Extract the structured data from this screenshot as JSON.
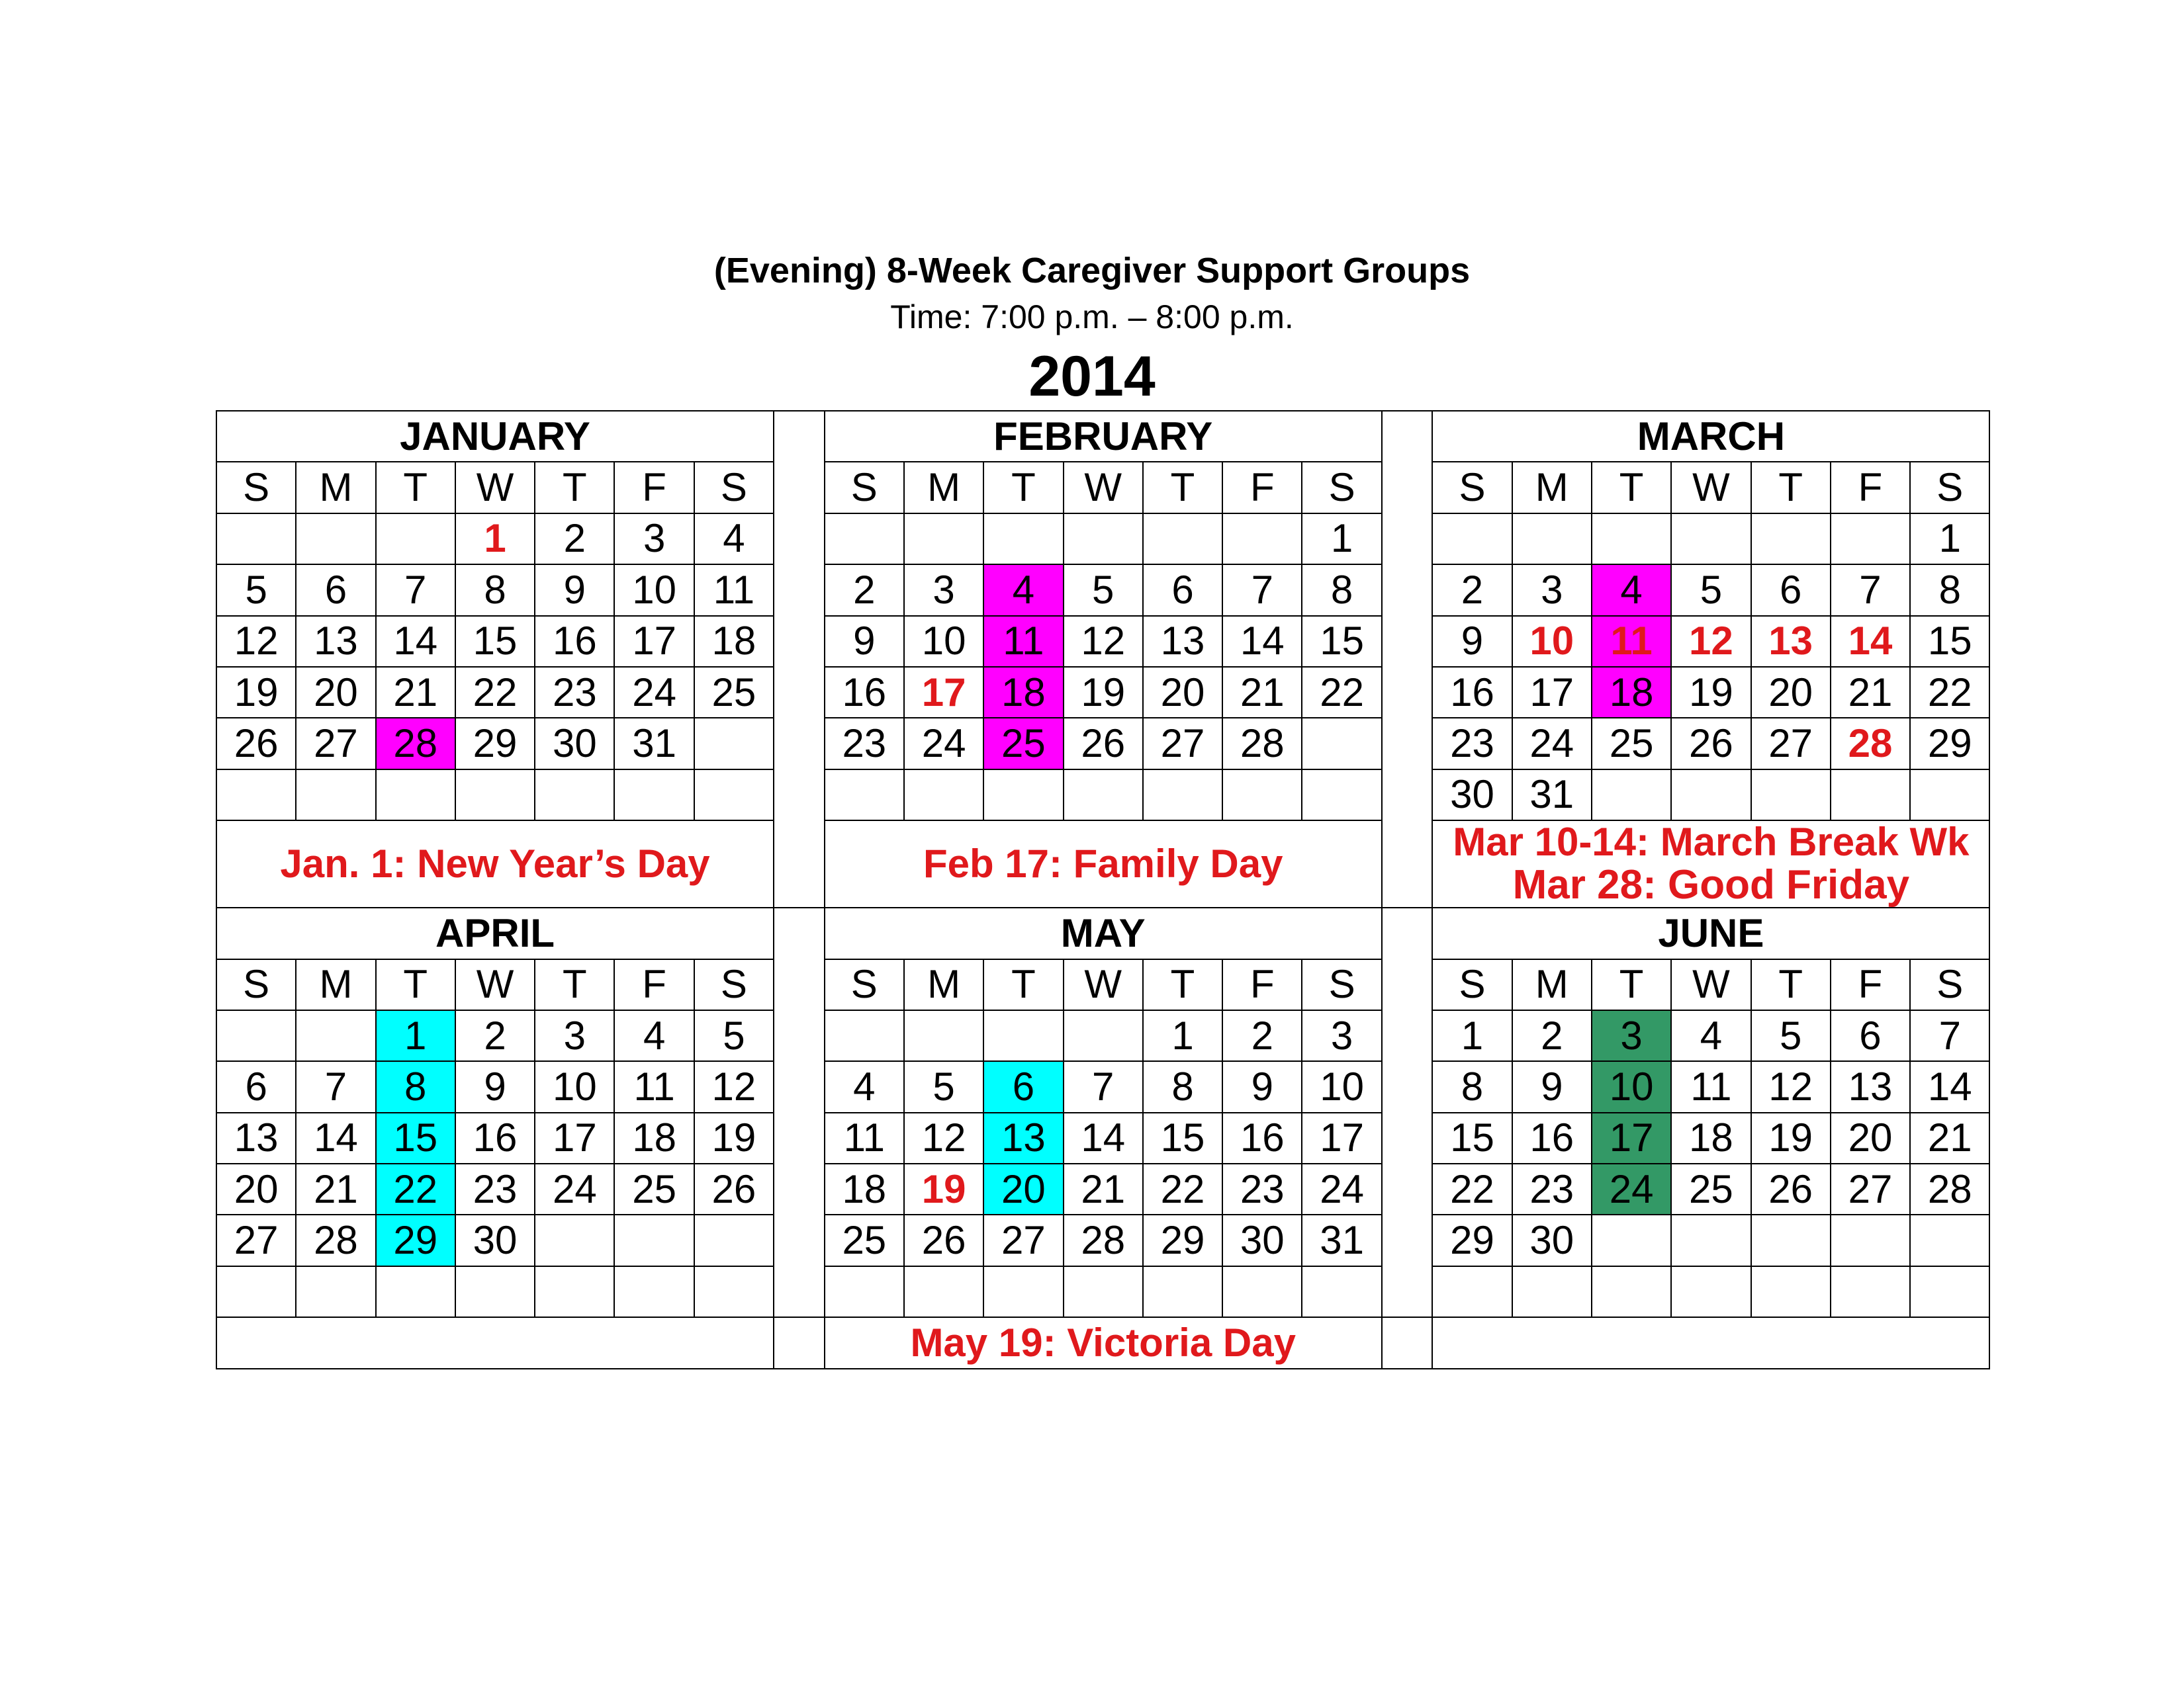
{
  "title": "(Evening) 8-Week Caregiver Support Groups",
  "time_line": "Time: 7:00 p.m. – 8:00 p.m.",
  "year": "2014",
  "day_headers": [
    "S",
    "M",
    "T",
    "W",
    "T",
    "F",
    "S"
  ],
  "colors": {
    "holiday": "#e0191c",
    "magenta": "#ff00ff",
    "cyan": "#00ffff",
    "green": "#339966"
  },
  "months": [
    {
      "name": "JANUARY",
      "weeks": [
        [
          "",
          "",
          "",
          "1",
          "2",
          "3",
          "4"
        ],
        [
          "5",
          "6",
          "7",
          "8",
          "9",
          "10",
          "11"
        ],
        [
          "12",
          "13",
          "14",
          "15",
          "16",
          "17",
          "18"
        ],
        [
          "19",
          "20",
          "21",
          "22",
          "23",
          "24",
          "25"
        ],
        [
          "26",
          "27",
          "28",
          "29",
          "30",
          "31",
          ""
        ],
        [
          "",
          "",
          "",
          "",
          "",
          "",
          ""
        ]
      ],
      "holidays": [
        "1"
      ],
      "highlights": {
        "28": "magenta"
      },
      "notes": [
        "Jan. 1: New Year’s Day"
      ]
    },
    {
      "name": "FEBRUARY",
      "weeks": [
        [
          "",
          "",
          "",
          "",
          "",
          "",
          "1"
        ],
        [
          "2",
          "3",
          "4",
          "5",
          "6",
          "7",
          "8"
        ],
        [
          "9",
          "10",
          "11",
          "12",
          "13",
          "14",
          "15"
        ],
        [
          "16",
          "17",
          "18",
          "19",
          "20",
          "21",
          "22"
        ],
        [
          "23",
          "24",
          "25",
          "26",
          "27",
          "28",
          ""
        ],
        [
          "",
          "",
          "",
          "",
          "",
          "",
          ""
        ]
      ],
      "holidays": [
        "17"
      ],
      "highlights": {
        "4": "magenta",
        "11": "magenta",
        "18": "magenta",
        "25": "magenta"
      },
      "notes": [
        "Feb 17: Family Day"
      ]
    },
    {
      "name": "MARCH",
      "weeks": [
        [
          "",
          "",
          "",
          "",
          "",
          "",
          "1"
        ],
        [
          "2",
          "3",
          "4",
          "5",
          "6",
          "7",
          "8"
        ],
        [
          "9",
          "10",
          "11",
          "12",
          "13",
          "14",
          "15"
        ],
        [
          "16",
          "17",
          "18",
          "19",
          "20",
          "21",
          "22"
        ],
        [
          "23",
          "24",
          "25",
          "26",
          "27",
          "28",
          "29"
        ],
        [
          "30",
          "31",
          "",
          "",
          "",
          "",
          ""
        ]
      ],
      "holidays": [
        "10",
        "11",
        "12",
        "13",
        "14",
        "28"
      ],
      "highlights": {
        "4": "magenta",
        "11": "magenta",
        "18": "magenta"
      },
      "notes": [
        "Mar 10-14: March Break Wk",
        "Mar 28: Good Friday"
      ]
    },
    {
      "name": "APRIL",
      "weeks": [
        [
          "",
          "",
          "1",
          "2",
          "3",
          "4",
          "5"
        ],
        [
          "6",
          "7",
          "8",
          "9",
          "10",
          "11",
          "12"
        ],
        [
          "13",
          "14",
          "15",
          "16",
          "17",
          "18",
          "19"
        ],
        [
          "20",
          "21",
          "22",
          "23",
          "24",
          "25",
          "26"
        ],
        [
          "27",
          "28",
          "29",
          "30",
          "",
          "",
          ""
        ],
        [
          "",
          "",
          "",
          "",
          "",
          "",
          ""
        ]
      ],
      "holidays": [],
      "highlights": {
        "1": "cyan",
        "8": "cyan",
        "15": "cyan",
        "22": "cyan",
        "29": "cyan"
      },
      "notes": [
        ""
      ]
    },
    {
      "name": "MAY",
      "weeks": [
        [
          "",
          "",
          "",
          "",
          "1",
          "2",
          "3"
        ],
        [
          "4",
          "5",
          "6",
          "7",
          "8",
          "9",
          "10"
        ],
        [
          "11",
          "12",
          "13",
          "14",
          "15",
          "16",
          "17"
        ],
        [
          "18",
          "19",
          "20",
          "21",
          "22",
          "23",
          "24"
        ],
        [
          "25",
          "26",
          "27",
          "28",
          "29",
          "30",
          "31"
        ],
        [
          "",
          "",
          "",
          "",
          "",
          "",
          ""
        ]
      ],
      "holidays": [
        "19"
      ],
      "highlights": {
        "6": "cyan",
        "13": "cyan",
        "20": "cyan"
      },
      "notes": [
        "May 19: Victoria Day"
      ]
    },
    {
      "name": "JUNE",
      "weeks": [
        [
          "1",
          "2",
          "3",
          "4",
          "5",
          "6",
          "7"
        ],
        [
          "8",
          "9",
          "10",
          "11",
          "12",
          "13",
          "14"
        ],
        [
          "15",
          "16",
          "17",
          "18",
          "19",
          "20",
          "21"
        ],
        [
          "22",
          "23",
          "24",
          "25",
          "26",
          "27",
          "28"
        ],
        [
          "29",
          "30",
          "",
          "",
          "",
          "",
          ""
        ],
        [
          "",
          "",
          "",
          "",
          "",
          "",
          ""
        ]
      ],
      "holidays": [],
      "highlights": {
        "3": "green",
        "10": "green",
        "17": "green",
        "24": "green"
      },
      "notes": [
        ""
      ]
    }
  ]
}
